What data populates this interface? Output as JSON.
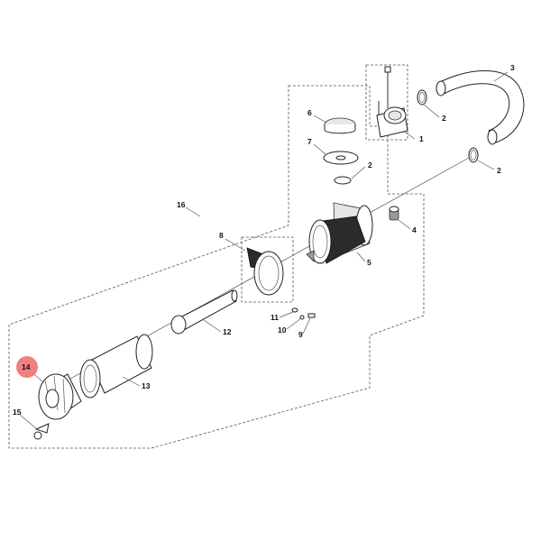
{
  "diagram": {
    "highlight_color": "#f08080",
    "highlighted_part": "14",
    "callouts": {
      "c1": "1",
      "c2a": "2",
      "c2b": "2",
      "c2c": "2",
      "c3": "3",
      "c4": "4",
      "c5": "5",
      "c6": "6",
      "c7": "7",
      "c8": "8",
      "c9": "9",
      "c10": "10",
      "c11": "11",
      "c12": "12",
      "c13": "13",
      "c14": "14",
      "c15": "15",
      "c16": "16"
    }
  }
}
